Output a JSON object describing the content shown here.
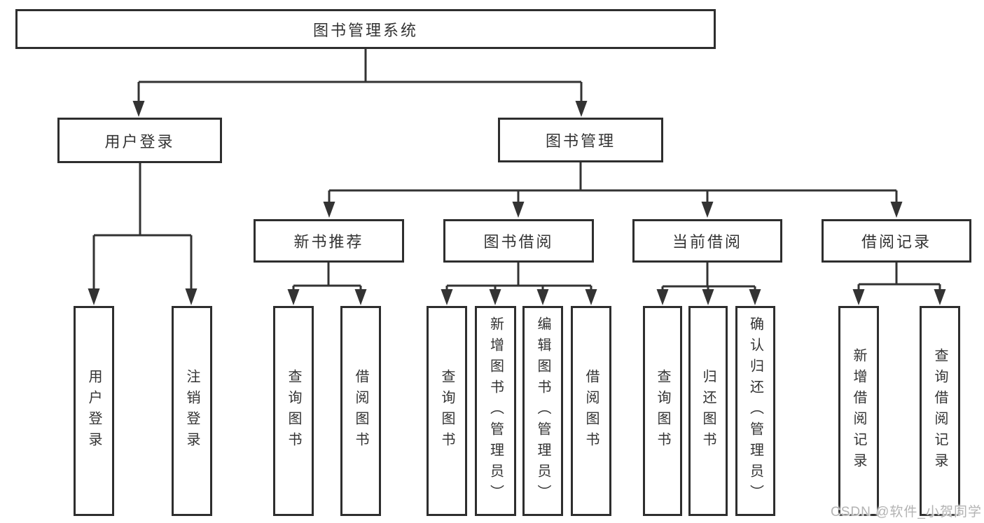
{
  "diagram": {
    "root": {
      "label": "图书管理系统"
    },
    "level2": [
      {
        "label": "用户登录"
      },
      {
        "label": "图书管理"
      }
    ],
    "level3": [
      {
        "label": "新书推荐"
      },
      {
        "label": "图书借阅"
      },
      {
        "label": "当前借阅"
      },
      {
        "label": "借阅记录"
      }
    ],
    "leaves": {
      "user_login": [
        {
          "label": "用户登录"
        },
        {
          "label": "注销登录"
        }
      ],
      "new_book_recommend": [
        {
          "label": "查询图书"
        },
        {
          "label": "借阅图书"
        }
      ],
      "book_borrow": [
        {
          "label": "查询图书"
        },
        {
          "label": "新增图书（管理员）"
        },
        {
          "label": "编辑图书（管理员）"
        },
        {
          "label": "借阅图书"
        }
      ],
      "current_borrow": [
        {
          "label": "查询图书"
        },
        {
          "label": "归还图书"
        },
        {
          "label": "确认归还（管理员）"
        }
      ],
      "borrow_record": [
        {
          "label": "新增借阅记录"
        },
        {
          "label": "查询借阅记录"
        }
      ]
    },
    "colors": {
      "line": "#333333",
      "box_border": "#2e2e2e",
      "text": "#333333",
      "watermark": "#b3b3b3"
    }
  },
  "watermark": {
    "text": "CSDN @软件_小贺同学"
  }
}
